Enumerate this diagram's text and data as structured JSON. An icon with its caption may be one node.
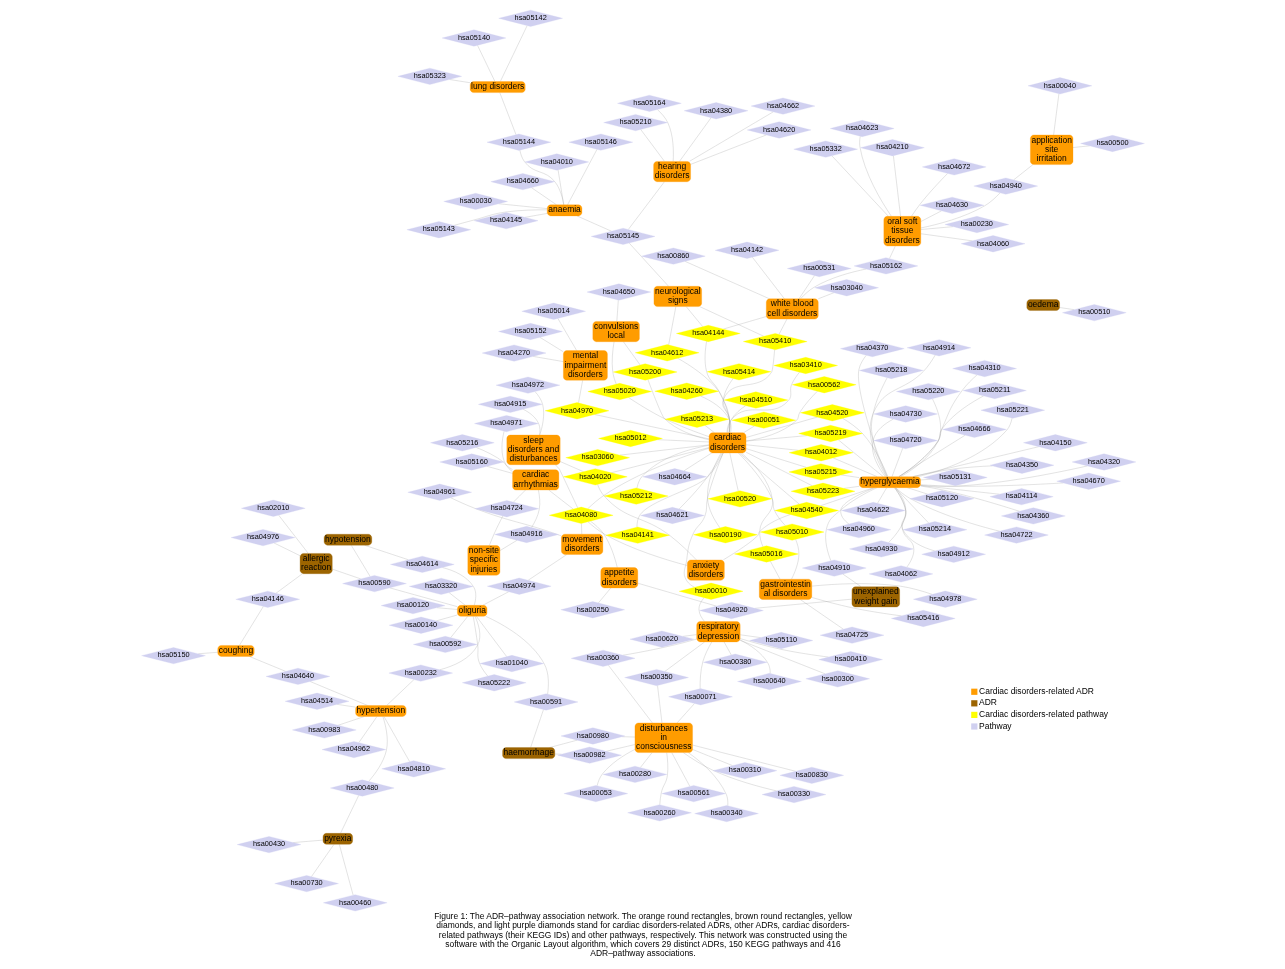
{
  "diagram": {
    "caption": "Figure 1: The ADR–pathway association network. The orange round rectangles, brown round rectangles, yellow diamonds, and light purple diamonds stand for cardiac disorders-related ADRs, other ADRs, cardiac disorders-related pathways (their KEGG IDs) and other pathways, respectively. This network was constructed using the software with the Organic Layout algorithm, which covers 29 distinct ADRs, 150 KEGG pathways and 416 ADR–pathway associations.",
    "nodes": [
      {
        "text": [
          "application site irritation"
        ]
      },
      {
        "text": [
          "oral soft tissue disorders"
        ]
      },
      {
        "text": [
          "white blood cell disorders"
        ]
      },
      {
        "text": [
          "neurological signs"
        ]
      },
      {
        "text": [
          "anaemia"
        ]
      },
      {
        "text": [
          "hearing disorders"
        ]
      },
      {
        "text": [
          "lung disorders"
        ]
      },
      {
        "text": [
          "cardiac disorders"
        ]
      },
      {
        "text": [
          "convulsions local"
        ]
      },
      {
        "text": [
          "gastrointestinal disorders"
        ]
      },
      {
        "text": [
          "mental impairment disorders"
        ]
      },
      {
        "text": [
          "pyrexia"
        ]
      },
      {
        "text": [
          "anxiety disorders"
        ]
      },
      {
        "text": [
          "sleep disorders and disturbances"
        ]
      },
      {
        "text": [
          "hyperglycaemia"
        ]
      },
      {
        "text": [
          "coughing"
        ]
      },
      {
        "text": [
          "allergic reaction"
        ]
      },
      {
        "text": [
          "hypertension"
        ]
      },
      {
        "text": [
          "movement disorders"
        ]
      },
      {
        "text": [
          "hypotension"
        ]
      },
      {
        "text": [
          "cardiac arrhythmias"
        ]
      },
      {
        "text": [
          "oliguria"
        ]
      },
      {
        "text": [
          "non-site specific injuries"
        ]
      },
      {
        "text": [
          "unexplained weight gain"
        ]
      },
      {
        "text": [
          "haemorrhage"
        ]
      },
      {
        "text": [
          "appetite disorders"
        ]
      },
      {
        "text": [
          "oedema"
        ]
      },
      {
        "text": [
          "respiratory depression"
        ]
      },
      {
        "text": [
          "disturbances in consciousness"
        ]
      },
      {
        "text": [
          "hsa00230"
        ]
      },
      {
        "text": [
          "hsa04672"
        ]
      },
      {
        "text": [
          "hsa05332"
        ]
      },
      {
        "text": [
          "hsa04210"
        ]
      },
      {
        "text": [
          "hsa04060"
        ]
      },
      {
        "text": [
          "hsa04940"
        ]
      },
      {
        "text": [
          "hsa04623"
        ]
      },
      {
        "text": [
          "hsa04630"
        ]
      },
      {
        "text": [
          "hsa00040"
        ]
      },
      {
        "text": [
          "hsa00500"
        ]
      },
      {
        "text": [
          "hsa04142"
        ]
      },
      {
        "text": [
          "hsa00860"
        ]
      },
      {
        "text": [
          "hsa00531"
        ]
      },
      {
        "text": [
          "hsa05012"
        ]
      },
      {
        "text": [
          "hsa05162"
        ]
      },
      {
        "text": [
          "hsa05410"
        ]
      },
      {
        "text": [
          "hsa03040"
        ]
      },
      {
        "text": [
          "hsa04144"
        ]
      },
      {
        "text": [
          "hsa04612"
        ]
      },
      {
        "text": [
          "hsa00190"
        ]
      },
      {
        "text": [
          "hsa00051"
        ]
      },
      {
        "text": [
          "hsa00520"
        ]
      },
      {
        "text": [
          "hsa03060"
        ]
      },
      {
        "text": [
          "hsa00562"
        ]
      },
      {
        "text": [
          "hsa05414"
        ]
      },
      {
        "text": [
          "hsa04260"
        ]
      },
      {
        "text": [
          "hsa03410"
        ]
      },
      {
        "text": [
          "hsa04145"
        ]
      },
      {
        "text": [
          "hsa05143"
        ]
      },
      {
        "text": [
          "hsa05144"
        ]
      },
      {
        "text": [
          "hsa05146"
        ]
      },
      {
        "text": [
          "hsa00030"
        ]
      },
      {
        "text": [
          "hsa05145"
        ]
      },
      {
        "text": [
          "hsa04660"
        ]
      },
      {
        "text": [
          "hsa04141"
        ]
      },
      {
        "text": [
          "hsa04010"
        ]
      },
      {
        "text": [
          "hsa04620"
        ]
      },
      {
        "text": [
          "hsa05210"
        ]
      },
      {
        "text": [
          "hsa04380"
        ]
      },
      {
        "text": [
          "hsa04662"
        ]
      },
      {
        "text": [
          "hsa04621"
        ]
      },
      {
        "text": [
          "hsa04664"
        ]
      },
      {
        "text": [
          "hsa05164"
        ]
      },
      {
        "text": [
          "hsa05142"
        ]
      },
      {
        "text": [
          "hsa05140"
        ]
      },
      {
        "text": [
          "hsa05323"
        ]
      },
      {
        "text": [
          "hsa05020"
        ]
      },
      {
        "text": [
          "hsa05200"
        ]
      },
      {
        "text": [
          "hsa04510"
        ]
      },
      {
        "text": [
          "hsa04012"
        ]
      },
      {
        "text": [
          "hsa05212"
        ]
      },
      {
        "text": [
          "hsa05215"
        ]
      },
      {
        "text": [
          "hsa05213"
        ]
      },
      {
        "text": [
          "hsa04520"
        ]
      },
      {
        "text": [
          "hsa05219"
        ]
      },
      {
        "text": [
          "hsa05416"
        ]
      },
      {
        "text": [
          "hsa04978"
        ]
      },
      {
        "text": [
          "hsa05016"
        ]
      },
      {
        "text": [
          "hsa04650"
        ]
      },
      {
        "text": [
          "hsa04970"
        ]
      },
      {
        "text": [
          "hsa05152"
        ]
      },
      {
        "text": [
          "hsa04725"
        ]
      },
      {
        "text": [
          "hsa05010"
        ]
      },
      {
        "text": [
          "hsa04270"
        ]
      },
      {
        "text": [
          "hsa05014"
        ]
      },
      {
        "text": [
          "hsa04540"
        ]
      },
      {
        "text": [
          "hsa00430"
        ]
      },
      {
        "text": [
          "hsa00730"
        ]
      },
      {
        "text": [
          "hsa00480"
        ]
      },
      {
        "text": [
          "hsa00460"
        ]
      },
      {
        "text": [
          "hsa04810"
        ]
      },
      {
        "text": [
          "hsa00983"
        ]
      },
      {
        "text": [
          "hsa04640"
        ]
      },
      {
        "text": [
          "hsa04146"
        ]
      },
      {
        "text": [
          "hsa04514"
        ]
      },
      {
        "text": [
          "hsa05150"
        ]
      },
      {
        "text": [
          "hsa02010"
        ]
      },
      {
        "text": [
          "hsa04962"
        ]
      },
      {
        "text": [
          "hsa04670"
        ]
      },
      {
        "text": [
          "hsa04114"
        ]
      },
      {
        "text": [
          "hsa05211"
        ]
      },
      {
        "text": [
          "hsa04310"
        ]
      },
      {
        "text": [
          "hsa05214"
        ]
      },
      {
        "text": [
          "hsa04320"
        ]
      },
      {
        "text": [
          "hsa05220"
        ]
      },
      {
        "text": [
          "hsa04730"
        ]
      },
      {
        "text": [
          "hsa05218"
        ]
      },
      {
        "text": [
          "hsa04914"
        ]
      },
      {
        "text": [
          "hsa04370"
        ]
      },
      {
        "text": [
          "hsa04622"
        ]
      },
      {
        "text": [
          "hsa04062"
        ]
      },
      {
        "text": [
          "hsa04350"
        ]
      },
      {
        "text": [
          "hsa05120"
        ]
      },
      {
        "text": [
          "hsa04960"
        ]
      },
      {
        "text": [
          "hsa04912"
        ]
      },
      {
        "text": [
          "hsa04722"
        ]
      },
      {
        "text": [
          "hsa04360"
        ]
      },
      {
        "text": [
          "hsa05131"
        ]
      },
      {
        "text": [
          "hsa04666"
        ]
      },
      {
        "text": [
          "hsa04930"
        ]
      },
      {
        "text": [
          "hsa04150"
        ]
      },
      {
        "text": [
          "hsa04720"
        ]
      },
      {
        "text": [
          "hsa05221"
        ]
      },
      {
        "text": [
          "hsa04915"
        ]
      },
      {
        "text": [
          "hsa04972"
        ]
      },
      {
        "text": [
          "hsa04020"
        ]
      },
      {
        "text": [
          "hsa04080"
        ]
      },
      {
        "text": [
          "hsa04971"
        ]
      },
      {
        "text": [
          "hsa04916"
        ]
      },
      {
        "text": [
          "hsa05223"
        ]
      },
      {
        "text": [
          "hsa04976"
        ]
      },
      {
        "text": [
          "hsa00590"
        ]
      },
      {
        "text": [
          "hsa00232"
        ]
      },
      {
        "text": [
          "hsa04961"
        ]
      },
      {
        "text": [
          "hsa04614"
        ]
      },
      {
        "text": [
          "hsa04974"
        ]
      },
      {
        "text": [
          "hsa04724"
        ]
      },
      {
        "text": [
          "hsa04910"
        ]
      },
      {
        "text": [
          "hsa00120"
        ]
      },
      {
        "text": [
          "hsa00591"
        ]
      },
      {
        "text": [
          "hsa03320"
        ]
      },
      {
        "text": [
          "hsa00140"
        ]
      },
      {
        "text": [
          "hsa01040"
        ]
      },
      {
        "text": [
          "hsa05222"
        ]
      },
      {
        "text": [
          "hsa00592"
        ]
      },
      {
        "text": [
          "hsa00380"
        ]
      },
      {
        "text": [
          "hsa05160"
        ]
      },
      {
        "text": [
          "hsa05216"
        ]
      },
      {
        "text": [
          "hsa04920"
        ]
      },
      {
        "text": [
          "hsa05110"
        ]
      },
      {
        "text": [
          "hsa00982"
        ]
      },
      {
        "text": [
          "hsa00980"
        ]
      },
      {
        "text": [
          "hsa00010"
        ]
      },
      {
        "text": [
          "hsa00350"
        ]
      },
      {
        "text": [
          "hsa00830"
        ]
      },
      {
        "text": [
          "hsa00360"
        ]
      },
      {
        "text": [
          "hsa00250"
        ]
      },
      {
        "text": [
          "hsa00510"
        ]
      },
      {
        "text": [
          "hsa00071"
        ]
      },
      {
        "text": [
          "hsa00561"
        ]
      },
      {
        "text": [
          "hsa00300"
        ]
      },
      {
        "text": [
          "hsa00053"
        ]
      },
      {
        "text": [
          "hsa00620"
        ]
      },
      {
        "text": [
          "hsa00640"
        ]
      },
      {
        "text": [
          "hsa00310"
        ]
      },
      {
        "text": [
          "hsa00280"
        ]
      },
      {
        "text": [
          "hsa00410"
        ]
      },
      {
        "text": [
          "hsa00260"
        ]
      },
      {
        "text": [
          "hsa00330"
        ]
      },
      {
        "text": [
          "hsa00340"
        ]
      }
    ],
    "edges": [
      {
        "from": 0,
        "to": 37,
        "arrow": "none"
      },
      {
        "from": 0,
        "to": 38,
        "arrow": "none"
      },
      {
        "from": 0,
        "to": 34,
        "arrow": "none"
      },
      {
        "from": 1,
        "to": 29,
        "arrow": "none"
      },
      {
        "from": 1,
        "to": 30,
        "arrow": "none"
      },
      {
        "from": 1,
        "to": 31,
        "arrow": "none"
      },
      {
        "from": 1,
        "to": 32,
        "arrow": "none"
      },
      {
        "from": 1,
        "to": 33,
        "arrow": "none"
      },
      {
        "from": 1,
        "to": 35,
        "arrow": "none"
      },
      {
        "from": 1,
        "to": 36,
        "arrow": "none"
      },
      {
        "from": 1,
        "to": 34,
        "arrow": "none"
      },
      {
        "from": 2,
        "to": 40,
        "arrow": "none"
      },
      {
        "from": 2,
        "to": 39,
        "arrow": "none"
      },
      {
        "from": 2,
        "to": 41,
        "arrow": "none"
      },
      {
        "from": 2,
        "to": 45,
        "arrow": "none"
      },
      {
        "from": 2,
        "to": 43,
        "arrow": "none"
      },
      {
        "from": 2,
        "to": 44,
        "arrow": "none"
      },
      {
        "from": 2,
        "to": 46,
        "arrow": "none"
      },
      {
        "from": 3,
        "to": 44,
        "arrow": "none"
      },
      {
        "from": 3,
        "to": 46,
        "arrow": "none"
      },
      {
        "from": 3,
        "to": 61,
        "arrow": "none"
      },
      {
        "from": 3,
        "to": 47,
        "arrow": "none"
      },
      {
        "from": 4,
        "to": 56,
        "arrow": "none"
      },
      {
        "from": 4,
        "to": 57,
        "arrow": "none"
      },
      {
        "from": 4,
        "to": 58,
        "arrow": "none"
      },
      {
        "from": 4,
        "to": 59,
        "arrow": "none"
      },
      {
        "from": 4,
        "to": 60,
        "arrow": "none"
      },
      {
        "from": 4,
        "to": 62,
        "arrow": "none"
      },
      {
        "from": 4,
        "to": 64,
        "arrow": "none"
      },
      {
        "from": 5,
        "to": 65,
        "arrow": "none"
      },
      {
        "from": 5,
        "to": 66,
        "arrow": "none"
      },
      {
        "from": 5,
        "to": 67,
        "arrow": "none"
      },
      {
        "from": 5,
        "to": 68,
        "arrow": "none"
      },
      {
        "from": 5,
        "to": 71,
        "arrow": "none"
      },
      {
        "from": 5,
        "to": 61,
        "arrow": "none"
      },
      {
        "from": 6,
        "to": 74,
        "arrow": "none"
      },
      {
        "from": 6,
        "to": 72,
        "arrow": "none"
      },
      {
        "from": 6,
        "to": 73,
        "arrow": "none"
      },
      {
        "from": 6,
        "to": 58,
        "arrow": "none"
      },
      {
        "from": 7,
        "to": 42,
        "arrow": "none"
      },
      {
        "from": 7,
        "to": 47,
        "arrow": "none"
      },
      {
        "from": 7,
        "to": 48,
        "arrow": "none"
      },
      {
        "from": 7,
        "to": 49,
        "arrow": "none"
      },
      {
        "from": 7,
        "to": 50,
        "arrow": "none"
      },
      {
        "from": 7,
        "to": 51,
        "arrow": "none"
      },
      {
        "from": 7,
        "to": 52,
        "arrow": "none"
      },
      {
        "from": 7,
        "to": 53,
        "arrow": "none"
      },
      {
        "from": 7,
        "to": 54,
        "arrow": "none"
      },
      {
        "from": 7,
        "to": 55,
        "arrow": "none"
      },
      {
        "from": 7,
        "to": 63,
        "arrow": "none"
      },
      {
        "from": 7,
        "to": 77,
        "arrow": "none"
      },
      {
        "from": 7,
        "to": 78,
        "arrow": "none"
      },
      {
        "from": 7,
        "to": 79,
        "arrow": "none"
      },
      {
        "from": 7,
        "to": 80,
        "arrow": "none"
      },
      {
        "from": 7,
        "to": 81,
        "arrow": "none"
      },
      {
        "from": 7,
        "to": 82,
        "arrow": "none"
      },
      {
        "from": 7,
        "to": 83,
        "arrow": "none"
      },
      {
        "from": 7,
        "to": 69,
        "arrow": "none"
      },
      {
        "from": 7,
        "to": 70,
        "arrow": "none"
      },
      {
        "from": 8,
        "to": 75,
        "arrow": "none"
      },
      {
        "from": 8,
        "to": 76,
        "arrow": "none"
      },
      {
        "from": 8,
        "to": 87,
        "arrow": "none"
      },
      {
        "from": 9,
        "to": 84,
        "arrow": "none"
      },
      {
        "from": 9,
        "to": 85,
        "arrow": "none"
      },
      {
        "from": 9,
        "to": 86,
        "arrow": "none"
      },
      {
        "from": 9,
        "to": 91,
        "arrow": "none"
      },
      {
        "from": 9,
        "to": 90,
        "arrow": "none"
      },
      {
        "from": 10,
        "to": 93,
        "arrow": "none"
      },
      {
        "from": 10,
        "to": 92,
        "arrow": "none"
      },
      {
        "from": 10,
        "to": 88,
        "arrow": "none"
      },
      {
        "from": 10,
        "to": 89,
        "arrow": "none"
      },
      {
        "from": 11,
        "to": 95,
        "arrow": "none"
      },
      {
        "from": 11,
        "to": 96,
        "arrow": "none"
      },
      {
        "from": 11,
        "to": 98,
        "arrow": "none"
      },
      {
        "from": 11,
        "to": 97,
        "arrow": "none"
      },
      {
        "from": 12,
        "to": 94,
        "arrow": "none"
      },
      {
        "from": 12,
        "to": 135,
        "arrow": "none"
      },
      {
        "from": 12,
        "to": 134,
        "arrow": "none"
      },
      {
        "from": 13,
        "to": 132,
        "arrow": "none"
      },
      {
        "from": 13,
        "to": 133,
        "arrow": "none"
      },
      {
        "from": 13,
        "to": 134,
        "arrow": "none"
      },
      {
        "from": 13,
        "to": 135,
        "arrow": "none"
      },
      {
        "from": 14,
        "to": 108,
        "arrow": "none"
      },
      {
        "from": 14,
        "to": 109,
        "arrow": "none"
      },
      {
        "from": 14,
        "to": 110,
        "arrow": "none"
      },
      {
        "from": 14,
        "to": 111,
        "arrow": "none"
      },
      {
        "from": 14,
        "to": 112,
        "arrow": "none"
      },
      {
        "from": 14,
        "to": 113,
        "arrow": "none"
      },
      {
        "from": 14,
        "to": 114,
        "arrow": "none"
      },
      {
        "from": 14,
        "to": 115,
        "arrow": "none"
      },
      {
        "from": 14,
        "to": 116,
        "arrow": "none"
      },
      {
        "from": 14,
        "to": 117,
        "arrow": "none"
      },
      {
        "from": 14,
        "to": 118,
        "arrow": "none"
      },
      {
        "from": 14,
        "to": 119,
        "arrow": "none"
      },
      {
        "from": 14,
        "to": 120,
        "arrow": "none"
      },
      {
        "from": 14,
        "to": 121,
        "arrow": "none"
      },
      {
        "from": 14,
        "to": 122,
        "arrow": "none"
      },
      {
        "from": 14,
        "to": 123,
        "arrow": "none"
      },
      {
        "from": 14,
        "to": 124,
        "arrow": "none"
      },
      {
        "from": 14,
        "to": 125,
        "arrow": "none"
      },
      {
        "from": 14,
        "to": 126,
        "arrow": "none"
      },
      {
        "from": 14,
        "to": 127,
        "arrow": "none"
      },
      {
        "from": 14,
        "to": 128,
        "arrow": "none"
      },
      {
        "from": 14,
        "to": 129,
        "arrow": "none"
      },
      {
        "from": 14,
        "to": 130,
        "arrow": "none"
      },
      {
        "from": 14,
        "to": 131,
        "arrow": "none"
      },
      {
        "from": 14,
        "to": 107,
        "arrow": "none"
      },
      {
        "from": 14,
        "to": 138,
        "arrow": "none"
      },
      {
        "from": 14,
        "to": 146,
        "arrow": "none"
      },
      {
        "from": 14,
        "to": 94,
        "arrow": "none"
      },
      {
        "from": 14,
        "to": 78,
        "arrow": "none"
      },
      {
        "from": 14,
        "to": 80,
        "arrow": "none"
      },
      {
        "from": 14,
        "to": 82,
        "arrow": "none"
      },
      {
        "from": 14,
        "to": 83,
        "arrow": "none"
      },
      {
        "from": 15,
        "to": 104,
        "arrow": "none"
      },
      {
        "from": 15,
        "to": 101,
        "arrow": "none"
      },
      {
        "from": 16,
        "to": 105,
        "arrow": "none"
      },
      {
        "from": 16,
        "to": 102,
        "arrow": "none"
      },
      {
        "from": 16,
        "to": 139,
        "arrow": "none"
      },
      {
        "from": 17,
        "to": 106,
        "arrow": "none"
      },
      {
        "from": 17,
        "to": 100,
        "arrow": "none"
      },
      {
        "from": 17,
        "to": 99,
        "arrow": "none"
      },
      {
        "from": 17,
        "to": 101,
        "arrow": "none"
      },
      {
        "from": 17,
        "to": 103,
        "arrow": "none"
      },
      {
        "from": 17,
        "to": 141,
        "arrow": "none"
      },
      {
        "from": 18,
        "to": 142,
        "arrow": "none"
      },
      {
        "from": 18,
        "to": 144,
        "arrow": "none"
      },
      {
        "from": 19,
        "to": 143,
        "arrow": "none"
      },
      {
        "from": 19,
        "to": 140,
        "arrow": "none"
      },
      {
        "from": 20,
        "to": 136,
        "arrow": "none"
      },
      {
        "from": 20,
        "to": 137,
        "arrow": "none"
      },
      {
        "from": 20,
        "to": 155,
        "arrow": "none"
      },
      {
        "from": 20,
        "to": 156,
        "arrow": "none"
      },
      {
        "from": 20,
        "to": 145,
        "arrow": "none"
      },
      {
        "from": 21,
        "to": 147,
        "arrow": "none"
      },
      {
        "from": 21,
        "to": 148,
        "arrow": "none"
      },
      {
        "from": 21,
        "to": 149,
        "arrow": "none"
      },
      {
        "from": 21,
        "to": 150,
        "arrow": "none"
      },
      {
        "from": 21,
        "to": 151,
        "arrow": "none"
      },
      {
        "from": 21,
        "to": 152,
        "arrow": "none"
      },
      {
        "from": 21,
        "to": 153,
        "arrow": "none"
      },
      {
        "from": 21,
        "to": 140,
        "arrow": "none"
      },
      {
        "from": 21,
        "to": 144,
        "arrow": "none"
      },
      {
        "from": 21,
        "to": 143,
        "arrow": "none"
      },
      {
        "from": 22,
        "to": 145,
        "arrow": "none"
      },
      {
        "from": 22,
        "to": 137,
        "arrow": "none"
      },
      {
        "from": 23,
        "to": 157,
        "arrow": "none"
      },
      {
        "from": 23,
        "to": 146,
        "arrow": "none"
      },
      {
        "from": 24,
        "to": 148,
        "arrow": "none"
      },
      {
        "from": 24,
        "to": 159,
        "arrow": "none"
      },
      {
        "from": 24,
        "to": 160,
        "arrow": "none"
      },
      {
        "from": 25,
        "to": 157,
        "arrow": "none"
      },
      {
        "from": 25,
        "to": 165,
        "arrow": "none"
      },
      {
        "from": 25,
        "to": 135,
        "arrow": "none"
      },
      {
        "from": 26,
        "to": 166,
        "arrow": "none"
      },
      {
        "from": 27,
        "to": 158,
        "arrow": "none"
      },
      {
        "from": 27,
        "to": 161,
        "arrow": "none"
      },
      {
        "from": 27,
        "to": 154,
        "arrow": "none"
      },
      {
        "from": 27,
        "to": 162,
        "arrow": "none"
      },
      {
        "from": 27,
        "to": 164,
        "arrow": "none"
      },
      {
        "from": 27,
        "to": 167,
        "arrow": "none"
      },
      {
        "from": 27,
        "to": 169,
        "arrow": "none"
      },
      {
        "from": 27,
        "to": 172,
        "arrow": "none"
      },
      {
        "from": 27,
        "to": 175,
        "arrow": "none"
      },
      {
        "from": 27,
        "to": 171,
        "arrow": "none"
      },
      {
        "from": 28,
        "to": 163,
        "arrow": "none"
      },
      {
        "from": 28,
        "to": 168,
        "arrow": "none"
      },
      {
        "from": 28,
        "to": 167,
        "arrow": "none"
      },
      {
        "from": 28,
        "to": 170,
        "arrow": "none"
      },
      {
        "from": 28,
        "to": 173,
        "arrow": "none"
      },
      {
        "from": 28,
        "to": 174,
        "arrow": "none"
      },
      {
        "from": 28,
        "to": 176,
        "arrow": "none"
      },
      {
        "from": 28,
        "to": 177,
        "arrow": "none"
      },
      {
        "from": 28,
        "to": 178,
        "arrow": "none"
      },
      {
        "from": 28,
        "to": 162,
        "arrow": "none"
      },
      {
        "from": 28,
        "to": 164,
        "arrow": "none"
      },
      {
        "from": 28,
        "to": 159,
        "arrow": "none"
      },
      {
        "from": 28,
        "to": 160,
        "arrow": "none"
      },
      {
        "from": 7,
        "to": 44,
        "arrow": "none"
      },
      {
        "from": 7,
        "to": 46,
        "arrow": "none"
      },
      {
        "from": 7,
        "to": 75,
        "arrow": "none"
      },
      {
        "from": 7,
        "to": 76,
        "arrow": "none"
      },
      {
        "from": 7,
        "to": 86,
        "arrow": "none"
      },
      {
        "from": 7,
        "to": 88,
        "arrow": "none"
      },
      {
        "from": 7,
        "to": 91,
        "arrow": "none"
      },
      {
        "from": 7,
        "to": 94,
        "arrow": "none"
      },
      {
        "from": 7,
        "to": 134,
        "arrow": "none"
      },
      {
        "from": 7,
        "to": 135,
        "arrow": "none"
      },
      {
        "from": 7,
        "to": 138,
        "arrow": "none"
      },
      {
        "from": 7,
        "to": 161,
        "arrow": "none"
      },
      {
        "from": 4,
        "to": 61,
        "arrow": "none"
      },
      {
        "from": 1,
        "to": 43,
        "arrow": "none"
      },
      {
        "from": 17,
        "to": 97,
        "arrow": "none"
      },
      {
        "from": 15,
        "to": 102,
        "arrow": "none"
      },
      {
        "from": 21,
        "to": 141,
        "arrow": "none"
      },
      {
        "from": 18,
        "to": 135,
        "arrow": "none"
      },
      {
        "from": 16,
        "to": 140,
        "arrow": "none"
      },
      {
        "from": 20,
        "to": 135,
        "arrow": "none"
      }
    ],
    "legend": [
      {
        "text": "Cardiac disorders-related ADR",
        "color": "#ff9c00"
      },
      {
        "text": "ADR",
        "color": "#9c6400"
      },
      {
        "text": "Cardiac disorders-related pathway",
        "color": "#ffff00"
      },
      {
        "text": "Pathway",
        "color": "#d0d0f0"
      }
    ]
  }
}
